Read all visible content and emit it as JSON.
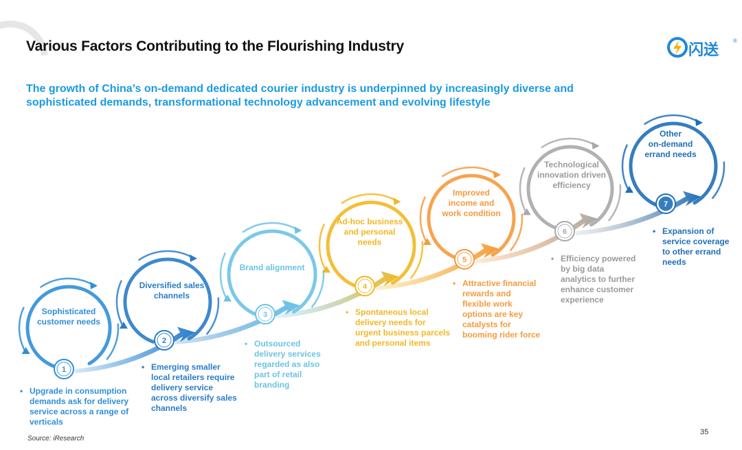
{
  "header": {
    "title": "Various Factors Contributing to the Flourishing Industry",
    "logo_text": "闪送",
    "logo_mark": "®"
  },
  "subtitle": {
    "line1": "The growth of China’s on-demand dedicated courier industry is underpinned by increasingly diverse and",
    "line2": "sophisticated demands, transformational technology advancement and evolving lifestyle"
  },
  "steps": [
    {
      "number": "1",
      "color": "#2f8fd8",
      "label": [
        "Sophisticated",
        "customer needs"
      ],
      "bullet": [
        "Upgrade in consumption",
        "demands ask for delivery",
        "service across a range of",
        "verticals"
      ]
    },
    {
      "number": "2",
      "color": "#2a7cc9",
      "label": [
        "Diversified sales",
        "channels"
      ],
      "bullet": [
        "Emerging smaller",
        "local retailers require",
        "delivery service",
        "across diversify sales",
        "channels"
      ]
    },
    {
      "number": "3",
      "color": "#6cc3e6",
      "label": [
        "Brand alignment"
      ],
      "bullet": [
        "Outsourced",
        "delivery services",
        "regarded as also",
        "part of retail",
        "branding"
      ]
    },
    {
      "number": "4",
      "color": "#f2b822",
      "label": [
        "Ad-hoc business",
        "and personal",
        "needs"
      ],
      "bullet": [
        "Spontaneous local",
        "delivery needs for",
        "urgent business parcels",
        "and personal items"
      ]
    },
    {
      "number": "5",
      "color": "#f59a3c",
      "label": [
        "Improved",
        "income and",
        "work condition"
      ],
      "bullet": [
        "Attractive financial",
        "rewards and",
        "flexible work",
        "options are key",
        "catalysts for",
        "booming rider force"
      ]
    },
    {
      "number": "6",
      "color": "#a9a9a9",
      "label": [
        "Technological",
        "innovation driven",
        "efficiency"
      ],
      "bullet": [
        "Efficiency powered",
        "by big data",
        "analytics to further",
        "enhance customer",
        "experience"
      ]
    },
    {
      "number": "7",
      "color": "#1f6fb8",
      "label": [
        "Other",
        "on-demand",
        "errand needs"
      ],
      "bullet": [
        "Expansion of",
        "service coverage",
        "to other errand",
        "needs"
      ]
    }
  ],
  "bullet_mark": "•",
  "footer": {
    "source": "Source: iResearch",
    "page_number": "35"
  }
}
